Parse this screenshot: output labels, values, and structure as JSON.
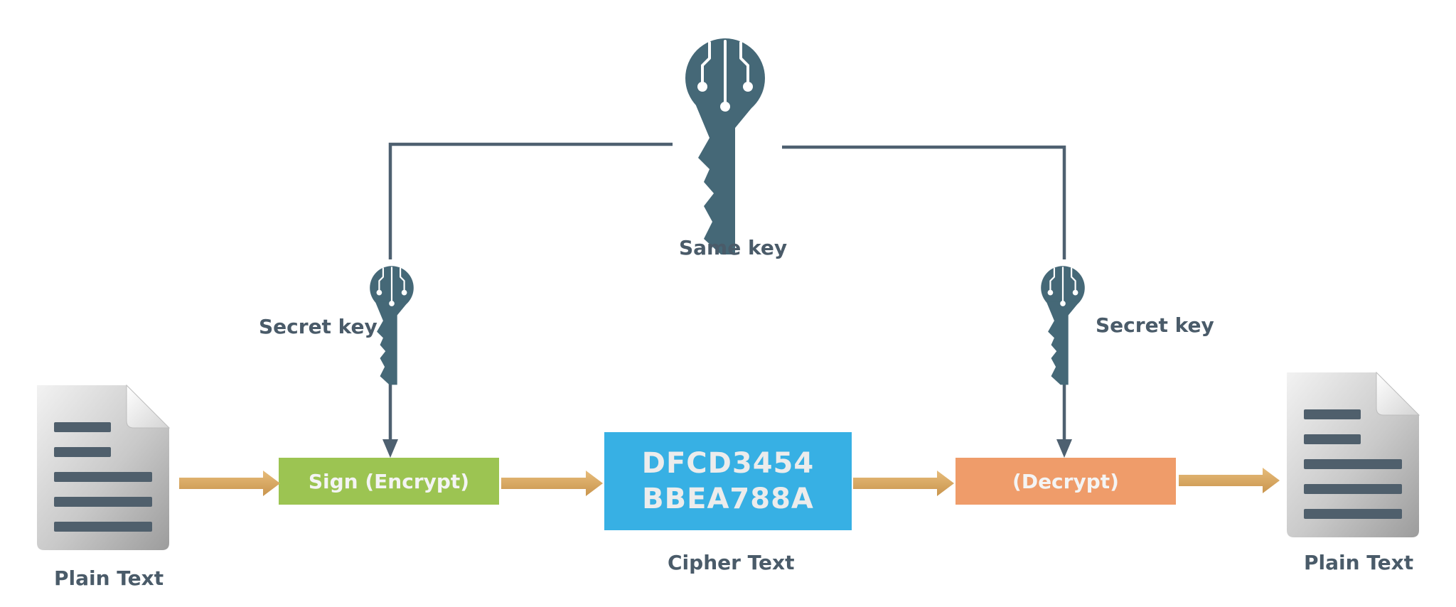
{
  "labels": {
    "same_key": "Same key",
    "secret_key_left": "Secret key",
    "secret_key_right": "Secret key",
    "cipher_text": "Cipher Text",
    "plain_text_left": "Plain Text",
    "plain_text_right": "Plain Text"
  },
  "boxes": {
    "encrypt": "Sign (Encrypt)",
    "decrypt": "(Decrypt)",
    "cipher_line1": "DFCD3454",
    "cipher_line2": "BBEA788A"
  },
  "icons": {
    "main_key": "key-icon",
    "left_key": "key-icon",
    "right_key": "key-icon",
    "left_document": "document-icon",
    "right_document": "document-icon"
  },
  "colors": {
    "line": "#4e6070",
    "key": "#456877",
    "label": "#4a5b69",
    "arrow": "#d9aa63",
    "encrypt_box": "#9cc452",
    "decrypt_box": "#ef9c6a",
    "cipher_box": "#37b0e4",
    "box_text": "#f4f4f4",
    "doc_lines": "#4f5f6c"
  }
}
